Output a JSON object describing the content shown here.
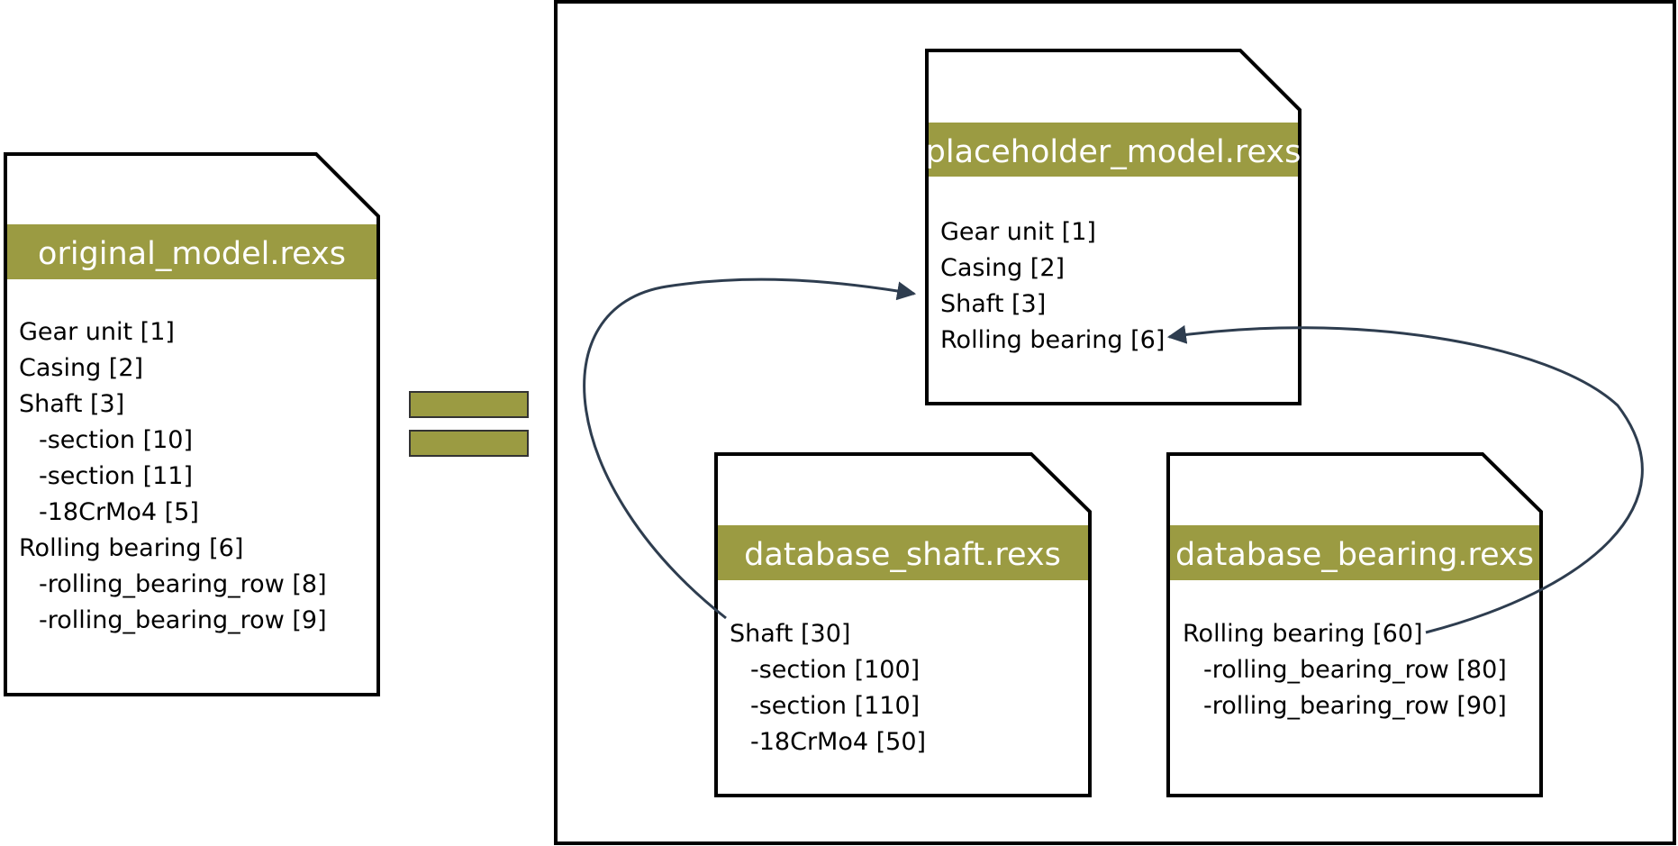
{
  "colors": {
    "band": "#9b9b42",
    "arrow": "#2e3d4f",
    "outline": "#000000"
  },
  "original": {
    "title": "original_model.rexs",
    "lines": [
      "Gear unit [1]",
      "Casing [2]",
      "Shaft [3]",
      "-section [10]",
      "-section [11]",
      "-18CrMo4 [5]",
      "Rolling bearing [6]",
      "-rolling_bearing_row [8]",
      "-rolling_bearing_row [9]"
    ]
  },
  "placeholder": {
    "title": "placeholder_model.rexs",
    "lines": [
      "Gear unit [1]",
      "Casing [2]",
      "Shaft [3]",
      "Rolling bearing [6]"
    ]
  },
  "shaft_db": {
    "title": "database_shaft.rexs",
    "lines": [
      "Shaft [30]",
      "-section [100]",
      "-section [110]",
      "-18CrMo4 [50]"
    ]
  },
  "bearing_db": {
    "title": "database_bearing.rexs",
    "lines": [
      "Rolling bearing [60]",
      "-rolling_bearing_row [80]",
      "-rolling_bearing_row [90]"
    ]
  }
}
